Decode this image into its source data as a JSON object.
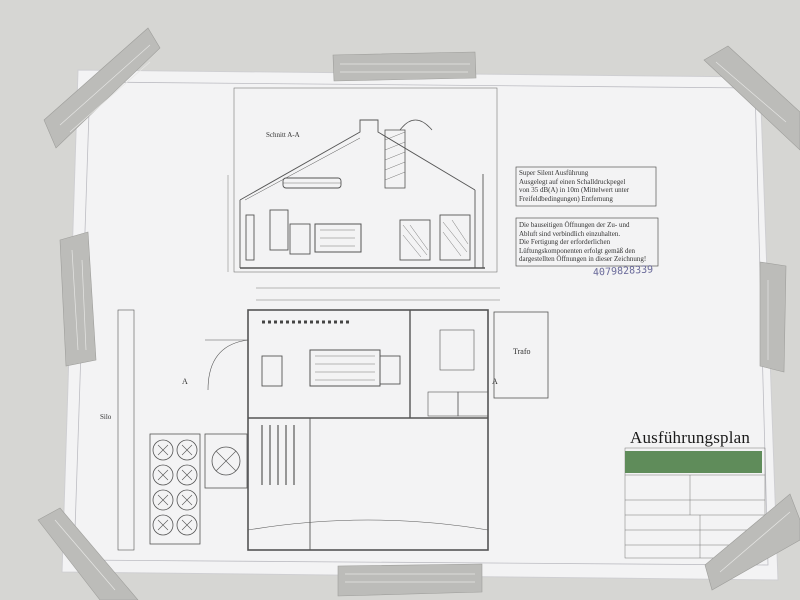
{
  "photo": {
    "subject": "engineering blueprint taped to a wall",
    "wall_color": "#d6d6d3",
    "paper_color": "#f4f4f5",
    "tape_color": "#b9b9b6",
    "logo_color": "#5f8c5a"
  },
  "plan": {
    "title": "Ausführungsplan",
    "section_title": "Schnitt A-A",
    "silo_label": "Silo",
    "trafo_label": "Trafo",
    "section_marker_left": "A",
    "section_marker_right": "A",
    "handwritten_number": "4079828339"
  },
  "notes": {
    "super_silent_lines": [
      "Super Silent Ausführung",
      "Ausgelegt auf einen Schalldruckpegel",
      "von 35 dB(A) in 10m (Mittelwert unter",
      "Freifeldbedingungen) Entfernung"
    ],
    "openings_lines": [
      "Die bauseitigen Öffnungen der Zu- und",
      "Abluft sind verbindlich einzuhalten.",
      "Die Fertigung der erforderlichen",
      "Lüftungskomponenten erfolgt gemäß den",
      "dargestellten Öffnungen in dieser Zeichnung!"
    ]
  }
}
